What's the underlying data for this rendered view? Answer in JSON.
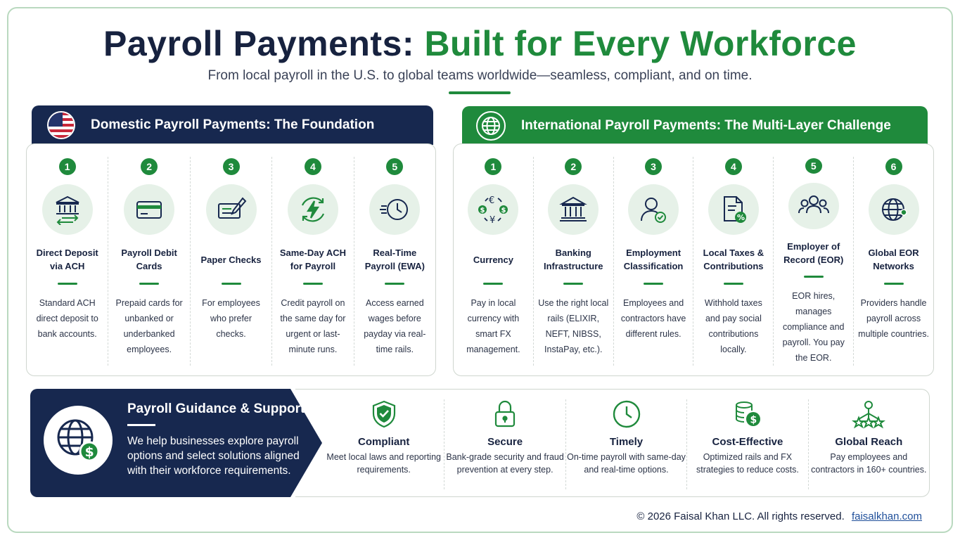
{
  "title": {
    "part1": "Payroll Payments:",
    "part2": "Built for Every Workforce"
  },
  "subtitle": "From local payroll in the U.S. to global teams worldwide—seamless, compliant, and on time.",
  "colors": {
    "navy": "#17284f",
    "green": "#1f8a3c",
    "light_green": "#e6f1e8"
  },
  "domestic": {
    "header": "Domestic Payroll Payments: The Foundation",
    "header_icon": "us-flag-icon",
    "items": [
      {
        "num": "1",
        "icon": "bank-transfer-icon",
        "title": "Direct Deposit via ACH",
        "desc": "Standard ACH direct deposit to bank accounts."
      },
      {
        "num": "2",
        "icon": "card-icon",
        "title": "Payroll Debit Cards",
        "desc": "Prepaid cards for unbanked or underbanked employees."
      },
      {
        "num": "3",
        "icon": "check-pen-icon",
        "title": "Paper Checks",
        "desc": "For employees who prefer checks."
      },
      {
        "num": "4",
        "icon": "lightning-cycle-icon",
        "title": "Same-Day ACH for Payroll",
        "desc": "Credit payroll on the same day for urgent or last-minute runs."
      },
      {
        "num": "5",
        "icon": "fast-clock-icon",
        "title": "Real-Time Payroll (EWA)",
        "desc": "Access earned wages before payday via real-time rails."
      }
    ]
  },
  "international": {
    "header": "International Payroll Payments: The Multi-Layer Challenge",
    "header_icon": "globe-icon",
    "items": [
      {
        "num": "1",
        "icon": "currency-exchange-icon",
        "title": "Currency",
        "desc": "Pay in local currency with smart FX management."
      },
      {
        "num": "2",
        "icon": "bank-icon",
        "title": "Banking Infrastructure",
        "desc": "Use the right local rails (ELIXIR, NEFT, NIBSS, InstaPay, etc.)."
      },
      {
        "num": "3",
        "icon": "person-check-icon",
        "title": "Employment Classification",
        "desc": "Employees and contractors have different rules."
      },
      {
        "num": "4",
        "icon": "tax-document-icon",
        "title": "Local Taxes & Contributions",
        "desc": "Withhold taxes and pay social contributions locally."
      },
      {
        "num": "5",
        "icon": "people-group-icon",
        "title": "Employer of Record (EOR)",
        "desc": "EOR hires, manages compliance and payroll. You pay the EOR."
      },
      {
        "num": "6",
        "icon": "globe-network-icon",
        "title": "Global EOR Networks",
        "desc": "Providers handle payroll across multiple countries."
      }
    ]
  },
  "guidance": {
    "icon": "globe-dollar-icon",
    "title": "Payroll Guidance & Support",
    "text": "We help businesses explore payroll options and select solutions aligned with their workforce requirements."
  },
  "features": [
    {
      "icon": "shield-check-icon",
      "title": "Compliant",
      "desc": "Meet local laws and reporting requirements."
    },
    {
      "icon": "lock-icon",
      "title": "Secure",
      "desc": "Bank-grade security and fraud prevention at every step."
    },
    {
      "icon": "clock-icon",
      "title": "Timely",
      "desc": "On-time payroll with same-day and real-time options."
    },
    {
      "icon": "coins-dollar-icon",
      "title": "Cost-Effective",
      "desc": "Optimized rails and FX strategies to reduce costs."
    },
    {
      "icon": "star-network-icon",
      "title": "Global Reach",
      "desc": "Pay employees and contractors in 160+ countries."
    }
  ],
  "footer": {
    "copyright": "© 2026 Faisal Khan LLC. All rights reserved.",
    "link": "faisalkhan.com"
  }
}
